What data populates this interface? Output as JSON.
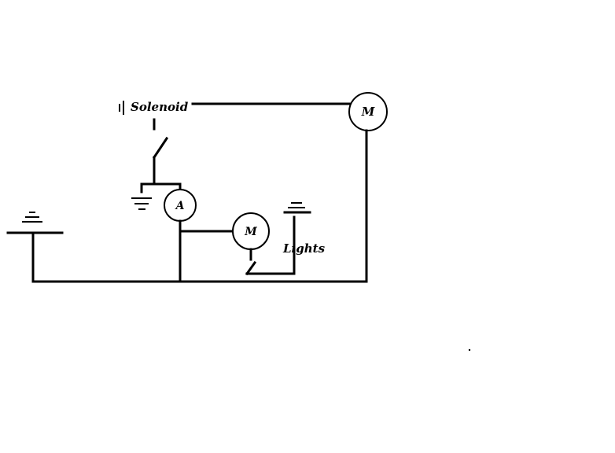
{
  "labels": {
    "solenoid": "Solenoid",
    "lights": "Lights"
  },
  "components": {
    "motor_top": "M",
    "motor_middle": "M",
    "ammeter": "A"
  }
}
